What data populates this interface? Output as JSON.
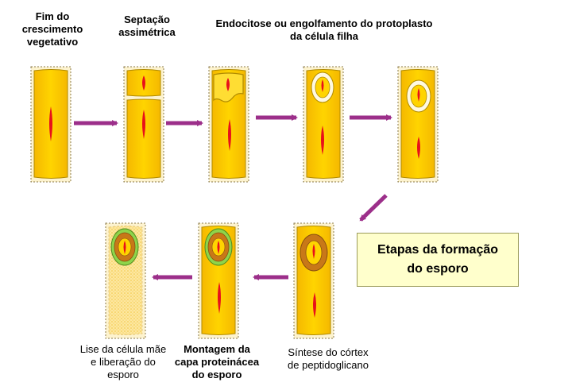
{
  "title_box": {
    "line1": "Etapas da formação",
    "line2": "do esporo"
  },
  "stages": [
    {
      "line1": "Fim do",
      "line2": "crescimento",
      "line3": "vegetativo"
    },
    {
      "line1": "Septação",
      "line2": "assimétrica"
    },
    {
      "line1": "Endocitose ou engolfamento do protoplasto",
      "line2": "da célula filha"
    },
    {
      "line1": "Síntese do córtex",
      "line2": "de peptidoglicano"
    },
    {
      "line1": "Montagem da",
      "line2": "capa proteinácea",
      "line3": "do esporo"
    },
    {
      "line1": "Lise da célula mãe",
      "line2": "e liberação do",
      "line3": "esporo"
    }
  ],
  "colors": {
    "cell_fill": "#ffcc00",
    "cell_stroke": "#b08a00",
    "frame_fill": "#fdf3cf",
    "nucleus": "#e8101a",
    "arrow": "#9c2f8a",
    "cortex": "#c87818",
    "coat": "#8ed44a",
    "box_fill": "#ffffcc"
  }
}
